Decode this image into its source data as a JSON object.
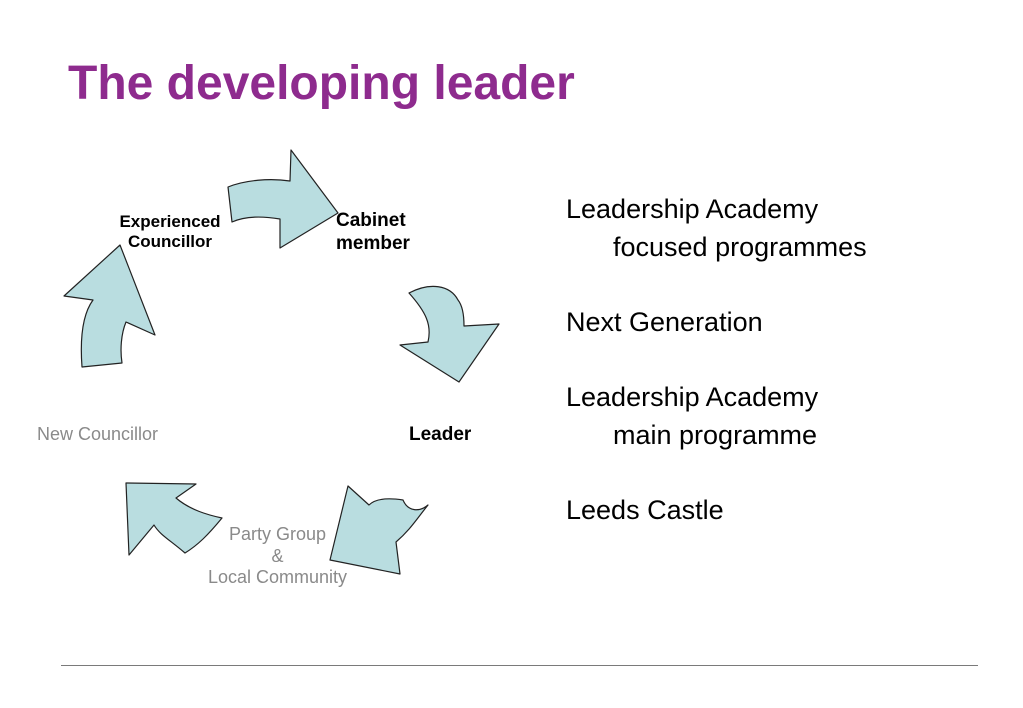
{
  "slide": {
    "title": "The developing leader"
  },
  "cycle": {
    "colors": {
      "arrow_fill": "#b9dde0",
      "arrow_stroke": "#222222",
      "stage_label_strong": "#000000",
      "stage_label_muted": "#8a8a8a"
    },
    "stages": {
      "experienced": [
        "Experienced",
        "Councillor"
      ],
      "cabinet": [
        "Cabinet",
        "member"
      ],
      "leader": "Leader",
      "new_councillor": "New Councillor",
      "party_group": [
        "Party Group",
        "&",
        "Local Community"
      ]
    }
  },
  "activities": [
    {
      "line1": "Leadership Academy",
      "line2": "focused programmes"
    },
    {
      "line1": "Next Generation"
    },
    {
      "line1": "Leadership Academy",
      "line2": "main programme"
    },
    {
      "line1": "Leeds Castle"
    }
  ]
}
